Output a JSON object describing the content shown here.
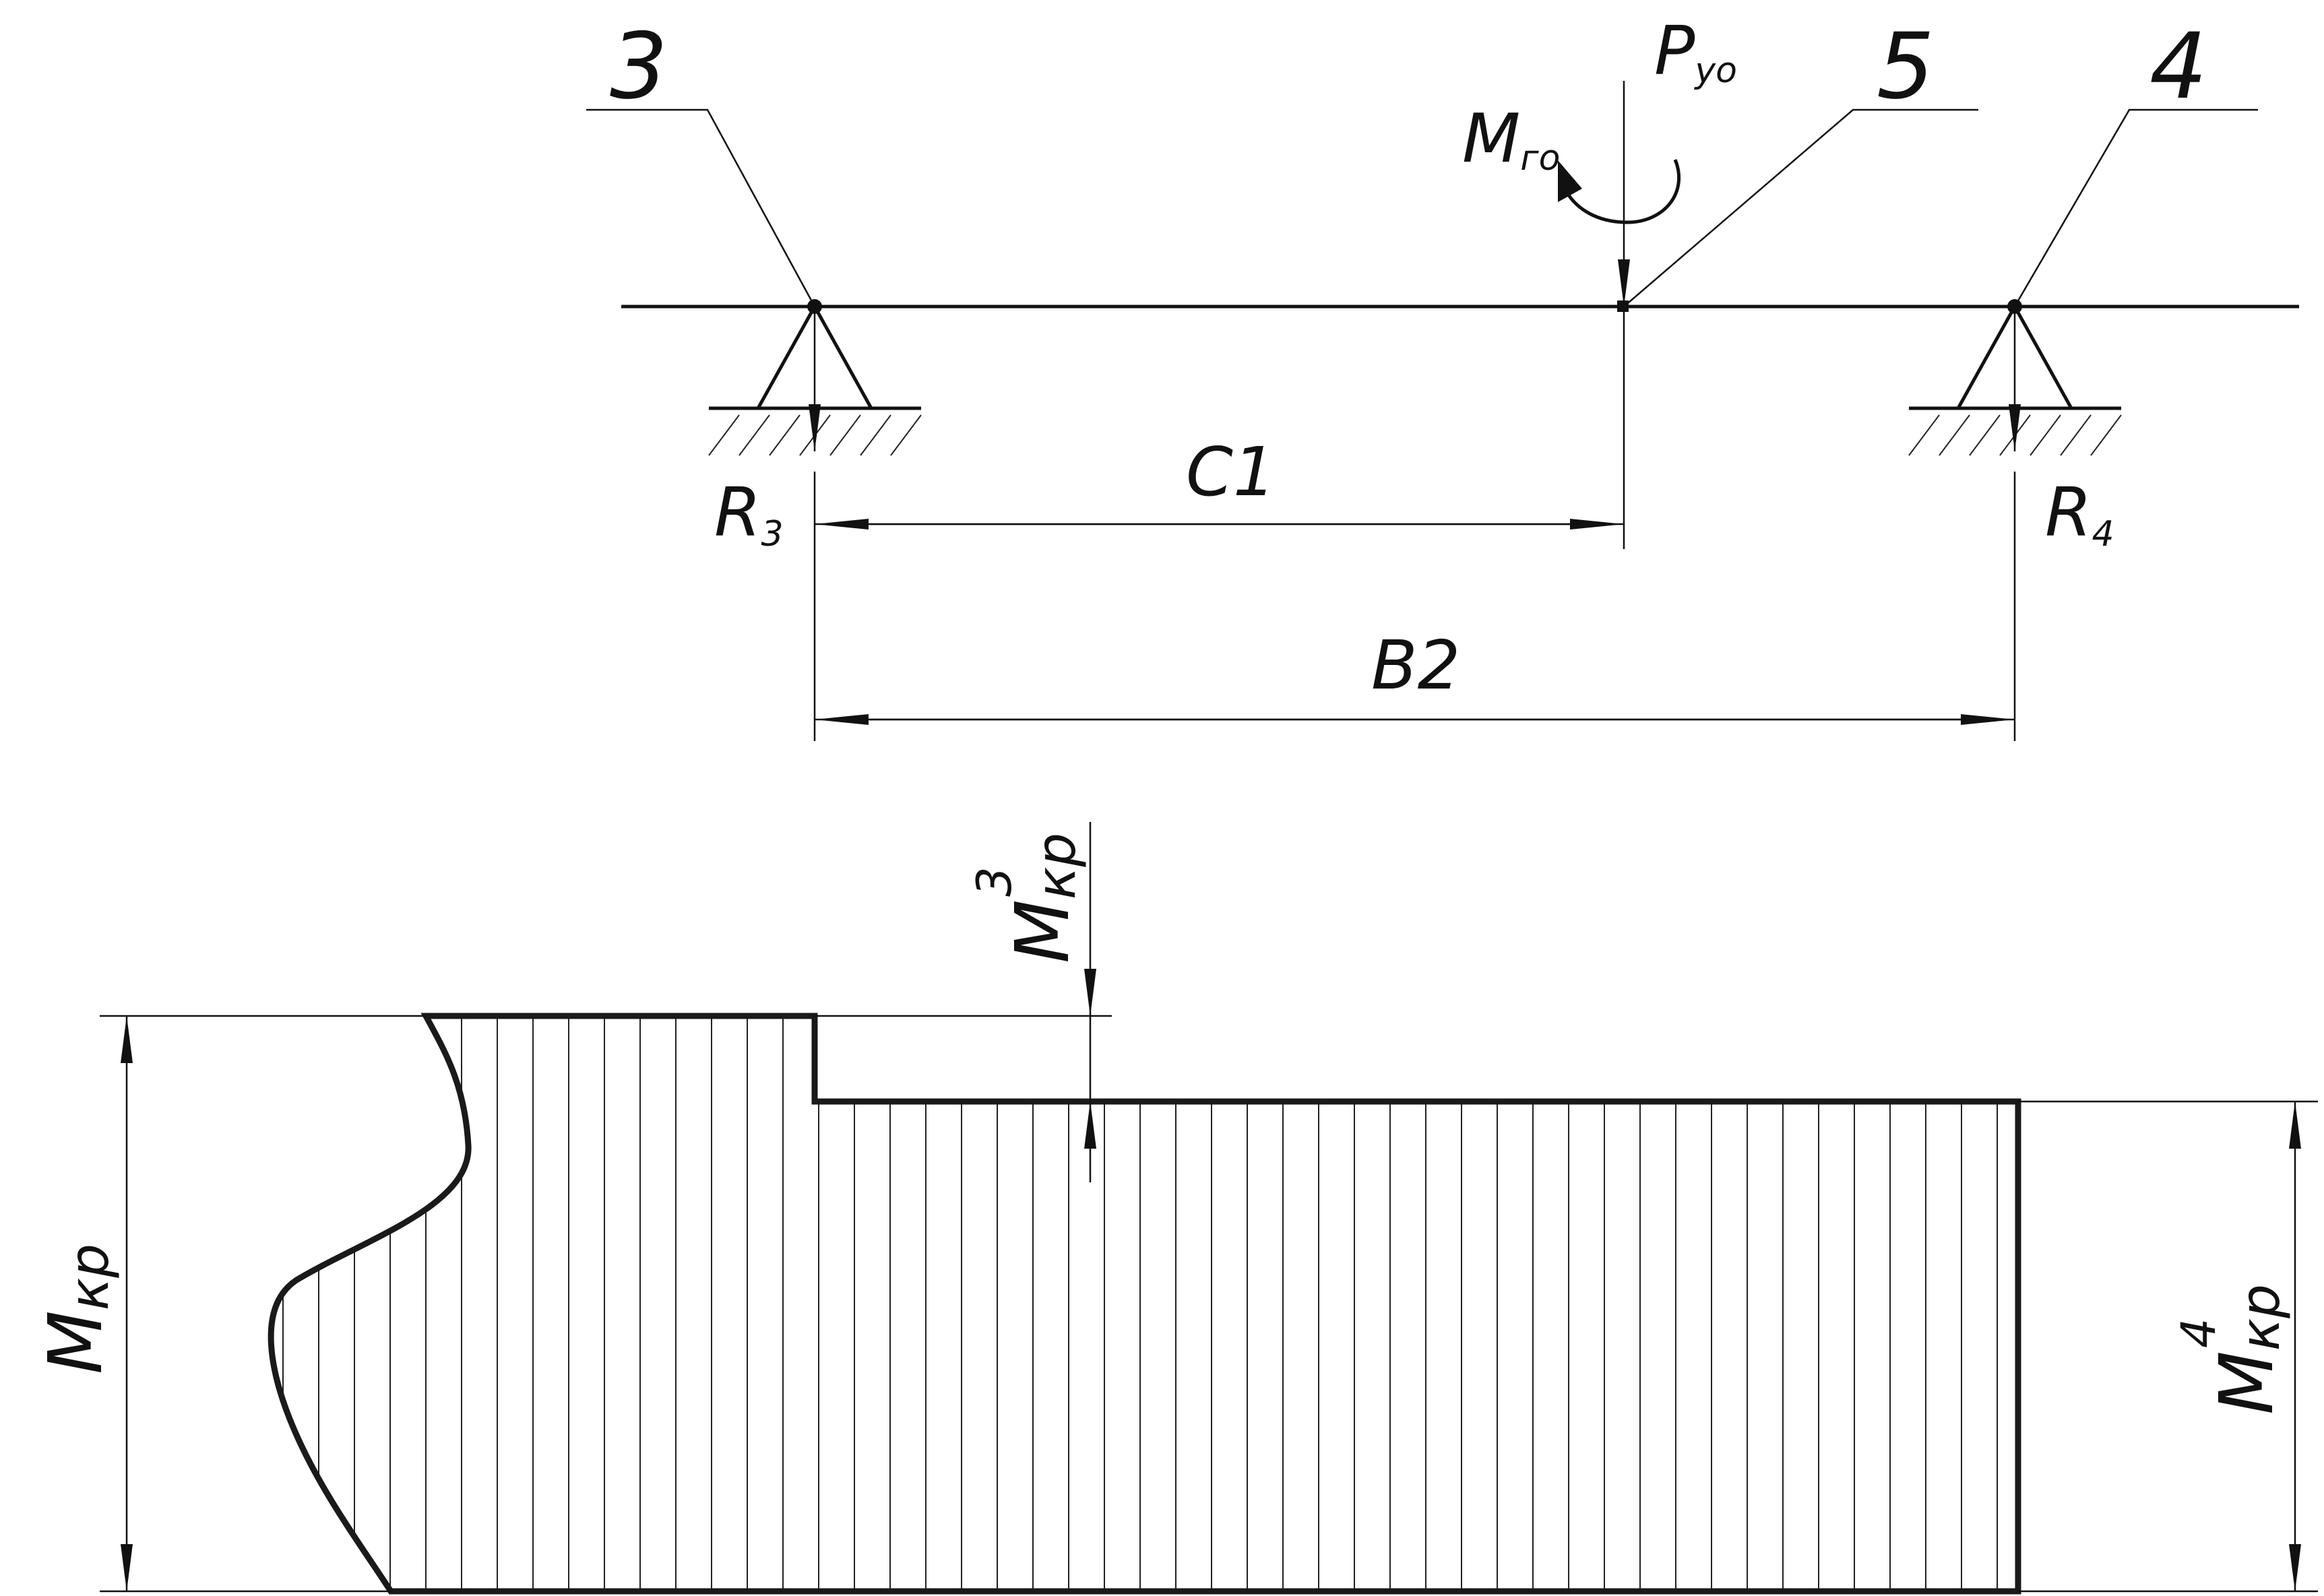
{
  "labels": {
    "support_left": "3",
    "support_right": "4",
    "load_point": "5",
    "force": "P",
    "force_sub": "уо",
    "moment": "M",
    "moment_sub": "го",
    "reaction_left": "R",
    "reaction_left_sub": "3",
    "reaction_right": "R",
    "reaction_right_sub": "4",
    "dim_c": "C1",
    "dim_b": "B2",
    "mkr": "M",
    "mkr_sub": "кр",
    "mkr3": "M",
    "mkr3_sub": "кр",
    "mkr3_sup": "3",
    "mkr4": "M",
    "mkr4_sub": "кр",
    "mkr4_sup": "4"
  },
  "colors": {
    "line": "#111111",
    "background": "#ffffff"
  }
}
